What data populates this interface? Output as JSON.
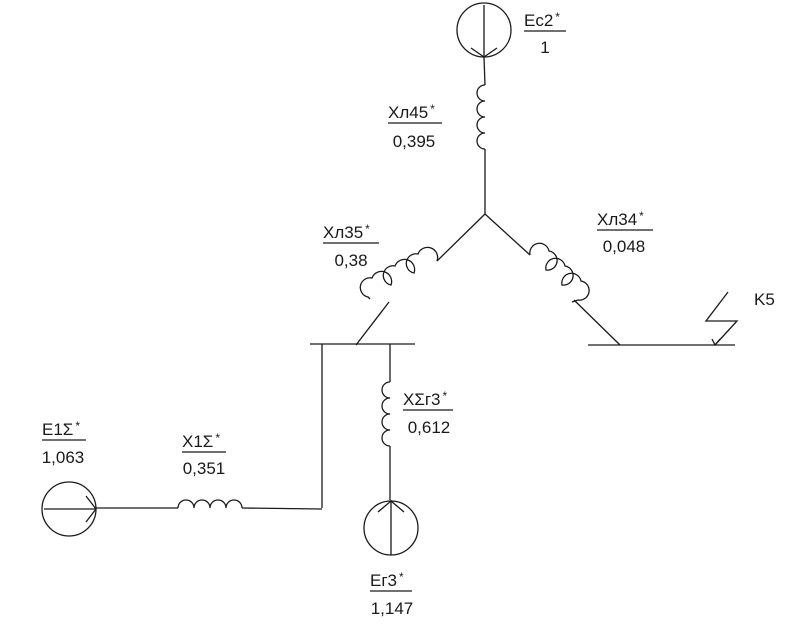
{
  "sources": {
    "ec2": {
      "name": "Ec2",
      "star": "*",
      "value": "1"
    },
    "e1": {
      "name": "E1Σ",
      "star": "*",
      "value": "1,063"
    },
    "eg3": {
      "name": "Eг3",
      "star": "*",
      "value": "1,147"
    }
  },
  "reactances": {
    "xl45": {
      "name": "Xл45",
      "star": "*",
      "value": "0,395"
    },
    "xl35": {
      "name": "Xл35",
      "star": "*",
      "value": "0,38"
    },
    "xl34": {
      "name": "Xл34",
      "star": "*",
      "value": "0,048"
    },
    "xg3": {
      "name": "XΣг3",
      "star": "*",
      "value": "0,612"
    },
    "x1": {
      "name": "X1Σ",
      "star": "*",
      "value": "0,351"
    }
  },
  "fault": {
    "label": "K5"
  }
}
